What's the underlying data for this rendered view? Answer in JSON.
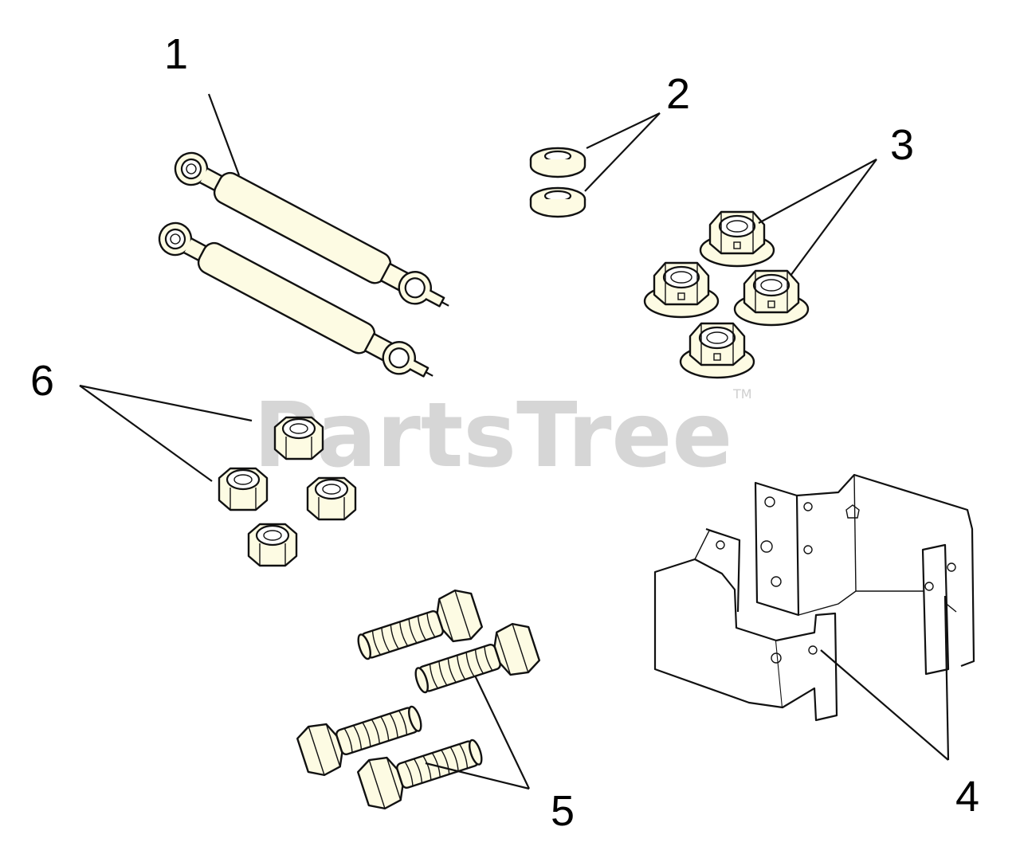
{
  "watermark": {
    "text": "PartsTree",
    "trademark": "TM"
  },
  "callouts": [
    {
      "id": "1",
      "label": "1"
    },
    {
      "id": "2",
      "label": "2"
    },
    {
      "id": "3",
      "label": "3"
    },
    {
      "id": "4",
      "label": "4"
    },
    {
      "id": "5",
      "label": "5"
    },
    {
      "id": "6",
      "label": "6"
    }
  ],
  "colors": {
    "part_fill": "#fdfbe3",
    "line": "#111111",
    "watermark": "#d6d6d6"
  }
}
